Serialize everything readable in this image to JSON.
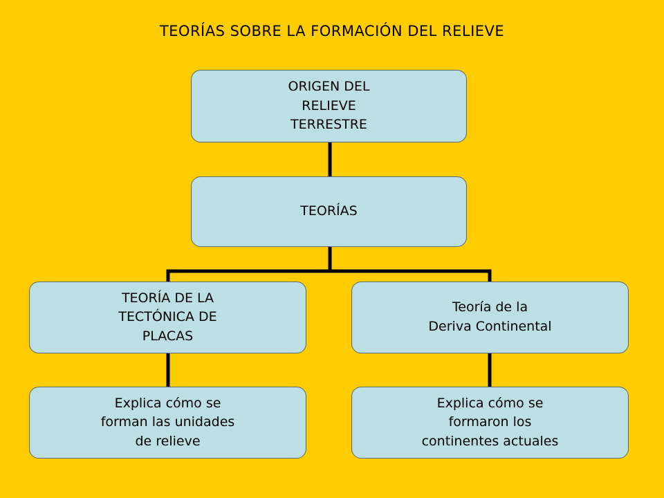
{
  "title": "TEORÍAS SOBRE LA FORMACIÓN DEL RELIEVE",
  "colors": {
    "background": "#FFCC00",
    "box_fill": "#BCDFE3",
    "connector": "#000000"
  },
  "nodes": {
    "root": {
      "lines": [
        "ORIGEN DEL",
        "RELIEVE",
        "TERRESTRE"
      ]
    },
    "theories": {
      "lines": [
        "TEORÍAS"
      ]
    },
    "tectonics": {
      "lines": [
        "TEORÍA DE LA",
        "TECTÓNICA DE",
        "PLACAS"
      ]
    },
    "drift": {
      "lines": [
        "Teoría de la",
        "Deriva Continental"
      ]
    },
    "tectonics_desc": {
      "lines": [
        "Explica cómo se",
        "forman las unidades",
        "de relieve"
      ]
    },
    "drift_desc": {
      "lines": [
        "Explica cómo se",
        "formaron los",
        "continentes actuales"
      ]
    }
  }
}
